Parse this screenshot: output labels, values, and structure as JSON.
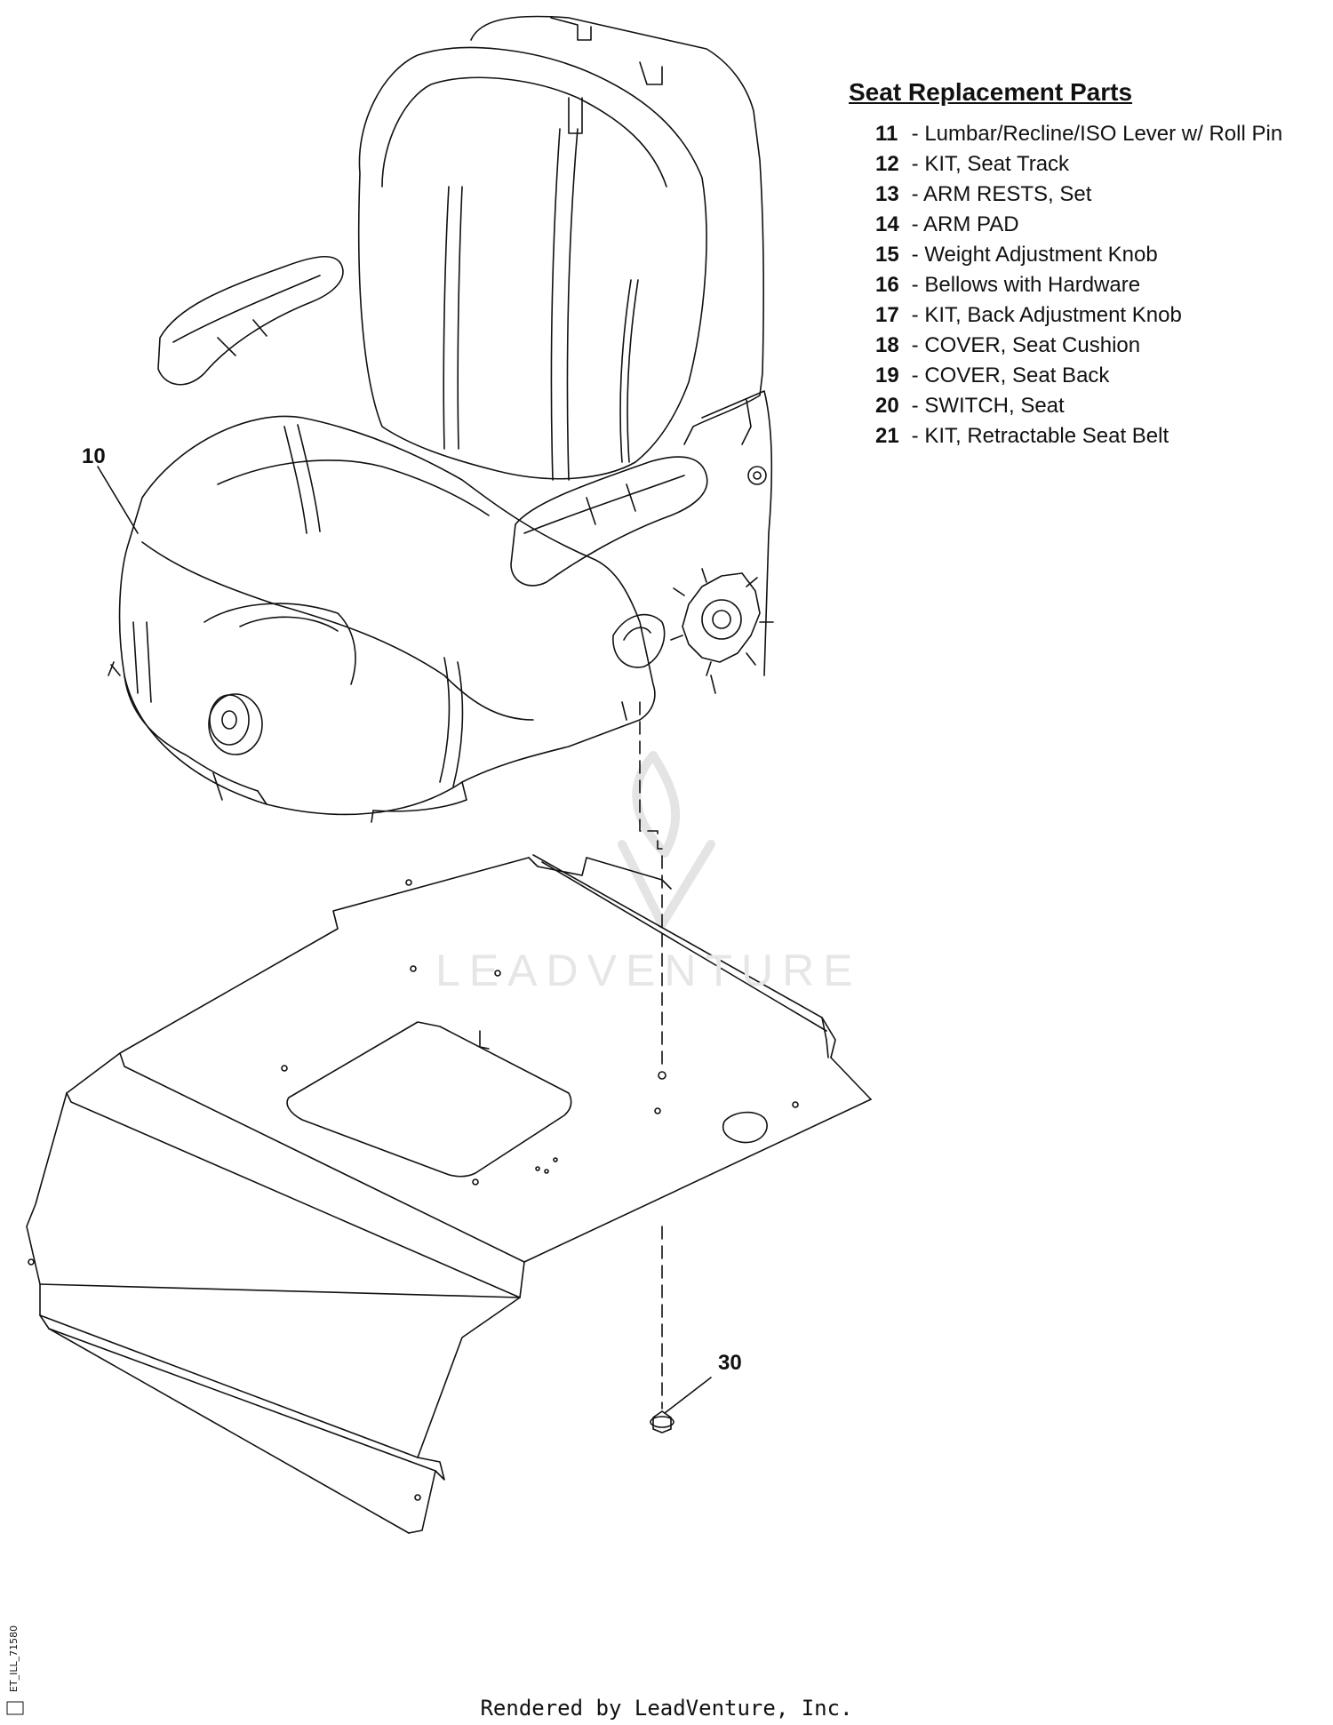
{
  "legend": {
    "title": "Seat Replacement Parts",
    "items": [
      {
        "num": "11",
        "desc": "- Lumbar/Recline/ISO Lever w/ Roll Pin"
      },
      {
        "num": "12",
        "desc": "- KIT, Seat Track"
      },
      {
        "num": "13",
        "desc": "- ARM RESTS, Set"
      },
      {
        "num": "14",
        "desc": "- ARM PAD"
      },
      {
        "num": "15",
        "desc": "- Weight Adjustment Knob"
      },
      {
        "num": "16",
        "desc": "- Bellows with Hardware"
      },
      {
        "num": "17",
        "desc": "- KIT, Back Adjustment Knob"
      },
      {
        "num": "18",
        "desc": "- COVER, Seat Cushion"
      },
      {
        "num": "19",
        "desc": "- COVER, Seat Back"
      },
      {
        "num": "20",
        "desc": "- SWITCH, Seat"
      },
      {
        "num": "21",
        "desc": "- KIT, Retractable Seat Belt"
      }
    ]
  },
  "callouts": {
    "seat": "10",
    "nut": "30"
  },
  "watermark": "LEADVENTURE",
  "footer": "Rendered by LeadVenture, Inc.",
  "side_id": "ET_ILL_71580"
}
